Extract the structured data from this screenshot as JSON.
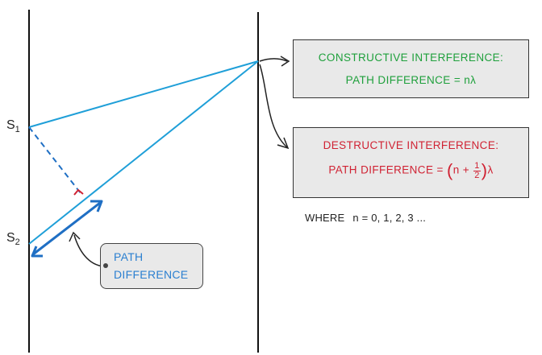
{
  "sources": {
    "s1_label": "S",
    "s1_sub": "1",
    "s2_label": "S",
    "s2_sub": "2"
  },
  "constructive": {
    "title": "CONSTRUCTIVE  INTERFERENCE:",
    "formula": "PATH  DIFFERENCE = nλ",
    "color": "#1fa03c"
  },
  "destructive": {
    "title": "DESTRUCTIVE  INTERFERENCE:",
    "formula_prefix": "PATH  DIFFERENCE =",
    "paren_open": "(",
    "n_plus": "n +",
    "frac_num": "1",
    "frac_den": "2",
    "paren_close": ")",
    "lambda": "λ",
    "color": "#d02233"
  },
  "where": {
    "label": "WHERE",
    "condition": "n = 0, 1, 2, 3 ..."
  },
  "path_tag": {
    "line1": "PATH",
    "line2": "DIFFERENCE",
    "color": "#2a7fd0"
  },
  "ray_color": "#1f9fd8",
  "arrow_color": "#1f6fc4"
}
